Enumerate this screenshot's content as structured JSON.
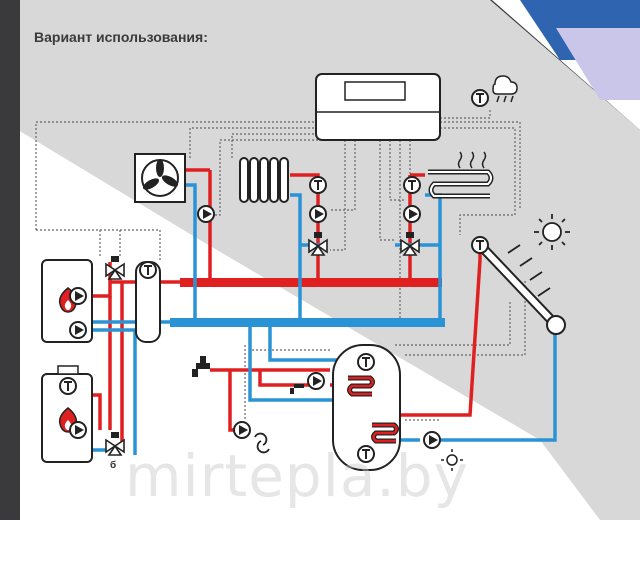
{
  "caption": "Вариант использования:",
  "sensor_symbol": "T",
  "watermark": "mirtepla.by",
  "colors": {
    "hot_line": "#e02020",
    "cold_line": "#2a93d5",
    "frame": "#3a3a3c",
    "panel": "#d8d8d8",
    "accent_blue": "#2f64b0",
    "accent_lavender": "#c9c6ea"
  },
  "icons": [
    "fan-coil-icon",
    "radiator-icon",
    "floor-heating-icon",
    "controller-icon",
    "weather-icon",
    "sun-icon",
    "solar-collector-icon",
    "boiler-flame-icon",
    "pump-icon",
    "mixing-valve-icon",
    "tap-icon",
    "circulation-icon",
    "storage-tank-icon",
    "hydraulic-separator-icon"
  ]
}
